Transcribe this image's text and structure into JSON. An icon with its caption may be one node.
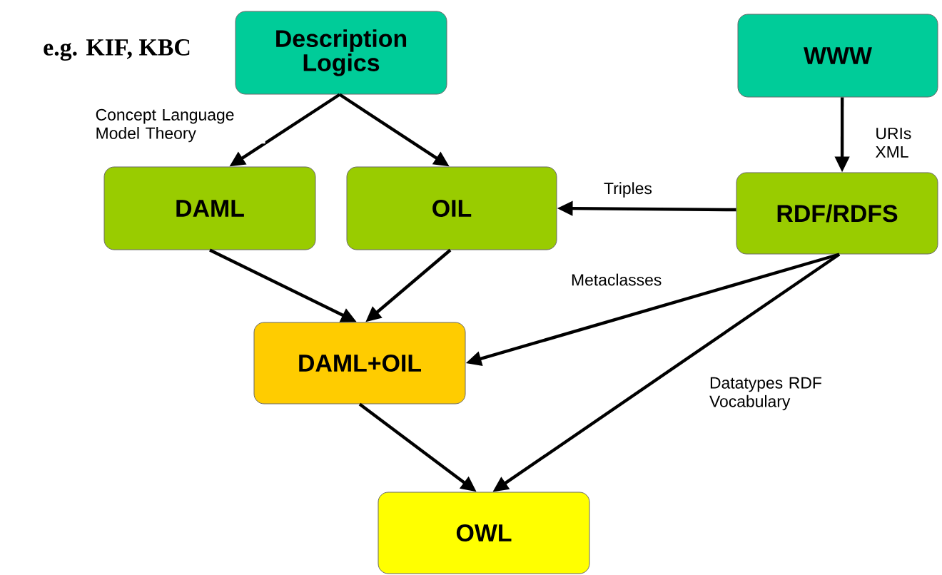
{
  "diagram": {
    "nodes": [
      {
        "text": [
          "Description Logics"
        ]
      },
      {
        "text": [
          "WWW"
        ]
      },
      {
        "text": [
          "DAML"
        ]
      },
      {
        "text": [
          "OIL"
        ]
      },
      {
        "text": [
          "RDF/RDFS"
        ]
      },
      {
        "text": [
          "DAML+OIL"
        ]
      },
      {
        "text": [
          "OWL"
        ]
      }
    ],
    "edges": [
      {
        "from": 0,
        "to": 2,
        "arrow": "to",
        "label": "Concept Language Model Theory"
      },
      {
        "from": 0,
        "to": 3,
        "arrow": "to"
      },
      {
        "from": 1,
        "to": 4,
        "arrow": "to",
        "label": "URIs XML"
      },
      {
        "from": 4,
        "to": 3,
        "arrow": "to",
        "label": "Triples"
      },
      {
        "from": 2,
        "to": 5,
        "arrow": "to"
      },
      {
        "from": 3,
        "to": 5,
        "arrow": "to"
      },
      {
        "from": 4,
        "to": 5,
        "arrow": "to",
        "label": "Metaclasses"
      },
      {
        "from": 5,
        "to": 6,
        "arrow": "to"
      },
      {
        "from": 4,
        "to": 6,
        "arrow": "to",
        "label": "Datatypes RDF Vocabulary"
      }
    ],
    "labels": [
      "e.g. KIF, KBC"
    ]
  }
}
